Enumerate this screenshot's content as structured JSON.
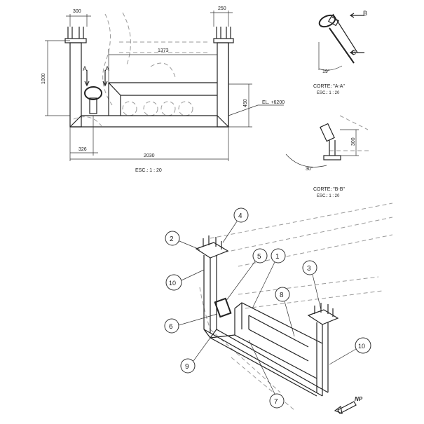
{
  "front_view": {
    "dim_top_left": "300",
    "dim_top_right": "250",
    "dim_inner": "1373",
    "dim_height": "1000",
    "dim_right": "450",
    "elevation": "EL. +6200",
    "dim_bottom_left": "326",
    "dim_total": "2030",
    "section_mark_a1": "A",
    "section_mark_a2": "A",
    "scale": "ESC.: 1 : 20"
  },
  "section_aa": {
    "label_b1": "B",
    "label_b2": "B",
    "angle": "19°",
    "title": "CORTE: \"A-A\"",
    "scale": "ESC.: 1 : 20"
  },
  "section_bb": {
    "dim": "300",
    "angle": "30°",
    "title": "CORTE: \"B-B\"",
    "scale": "ESC.: 1 : 20"
  },
  "iso_view": {
    "callouts": [
      "1",
      "2",
      "3",
      "4",
      "5",
      "6",
      "7",
      "8",
      "9",
      "10",
      "10"
    ],
    "north": "NP"
  }
}
